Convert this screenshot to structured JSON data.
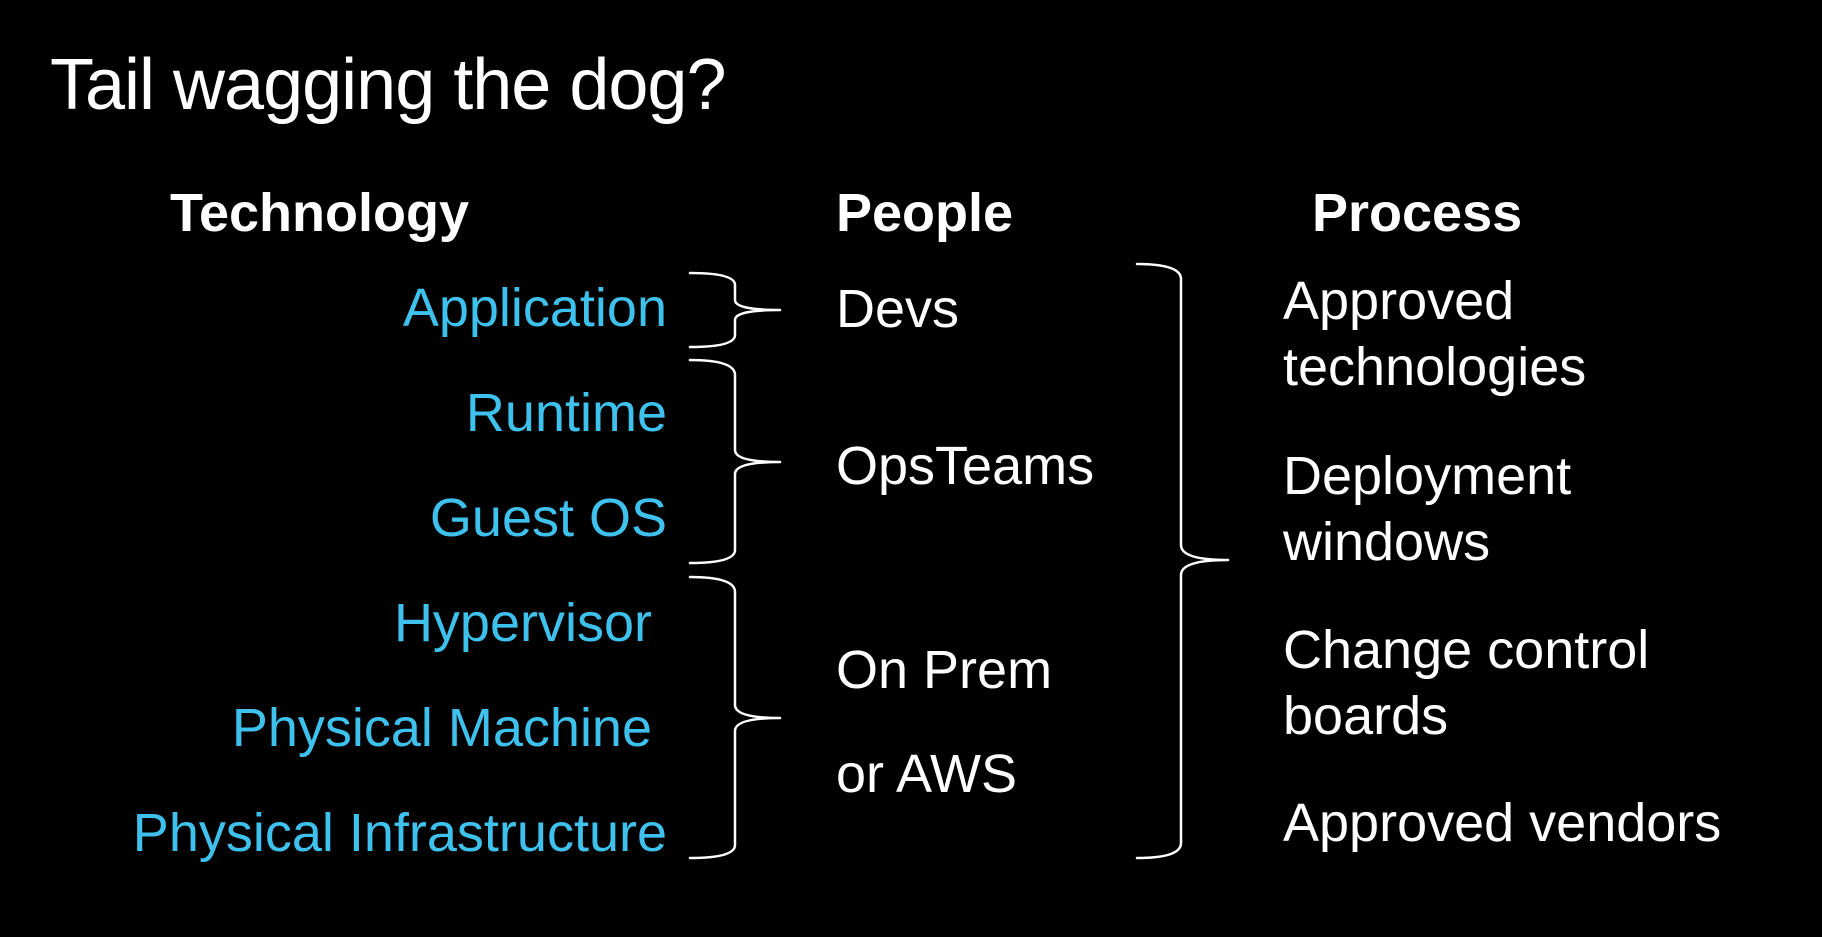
{
  "title": "Tail wagging the dog?",
  "headers": {
    "technology": "Technology",
    "people": "People",
    "process": "Process"
  },
  "technology": [
    "Application",
    "Runtime",
    "Guest OS",
    "Hypervisor",
    "Physical Machine",
    "Physical Infrastructure"
  ],
  "people": {
    "devs": "Devs",
    "opsteams": "OpsTeams",
    "onprem": "On Prem",
    "aws": "or AWS"
  },
  "process": [
    {
      "line1": "Approved",
      "line2": "technologies"
    },
    {
      "line1": "Deployment",
      "line2": "windows"
    },
    {
      "line1": "Change control",
      "line2": "boards"
    },
    {
      "line1": "Approved vendors",
      "line2": ""
    }
  ],
  "colors": {
    "background": "#000000",
    "text": "#ffffff",
    "technology": "#3ec1ec"
  }
}
